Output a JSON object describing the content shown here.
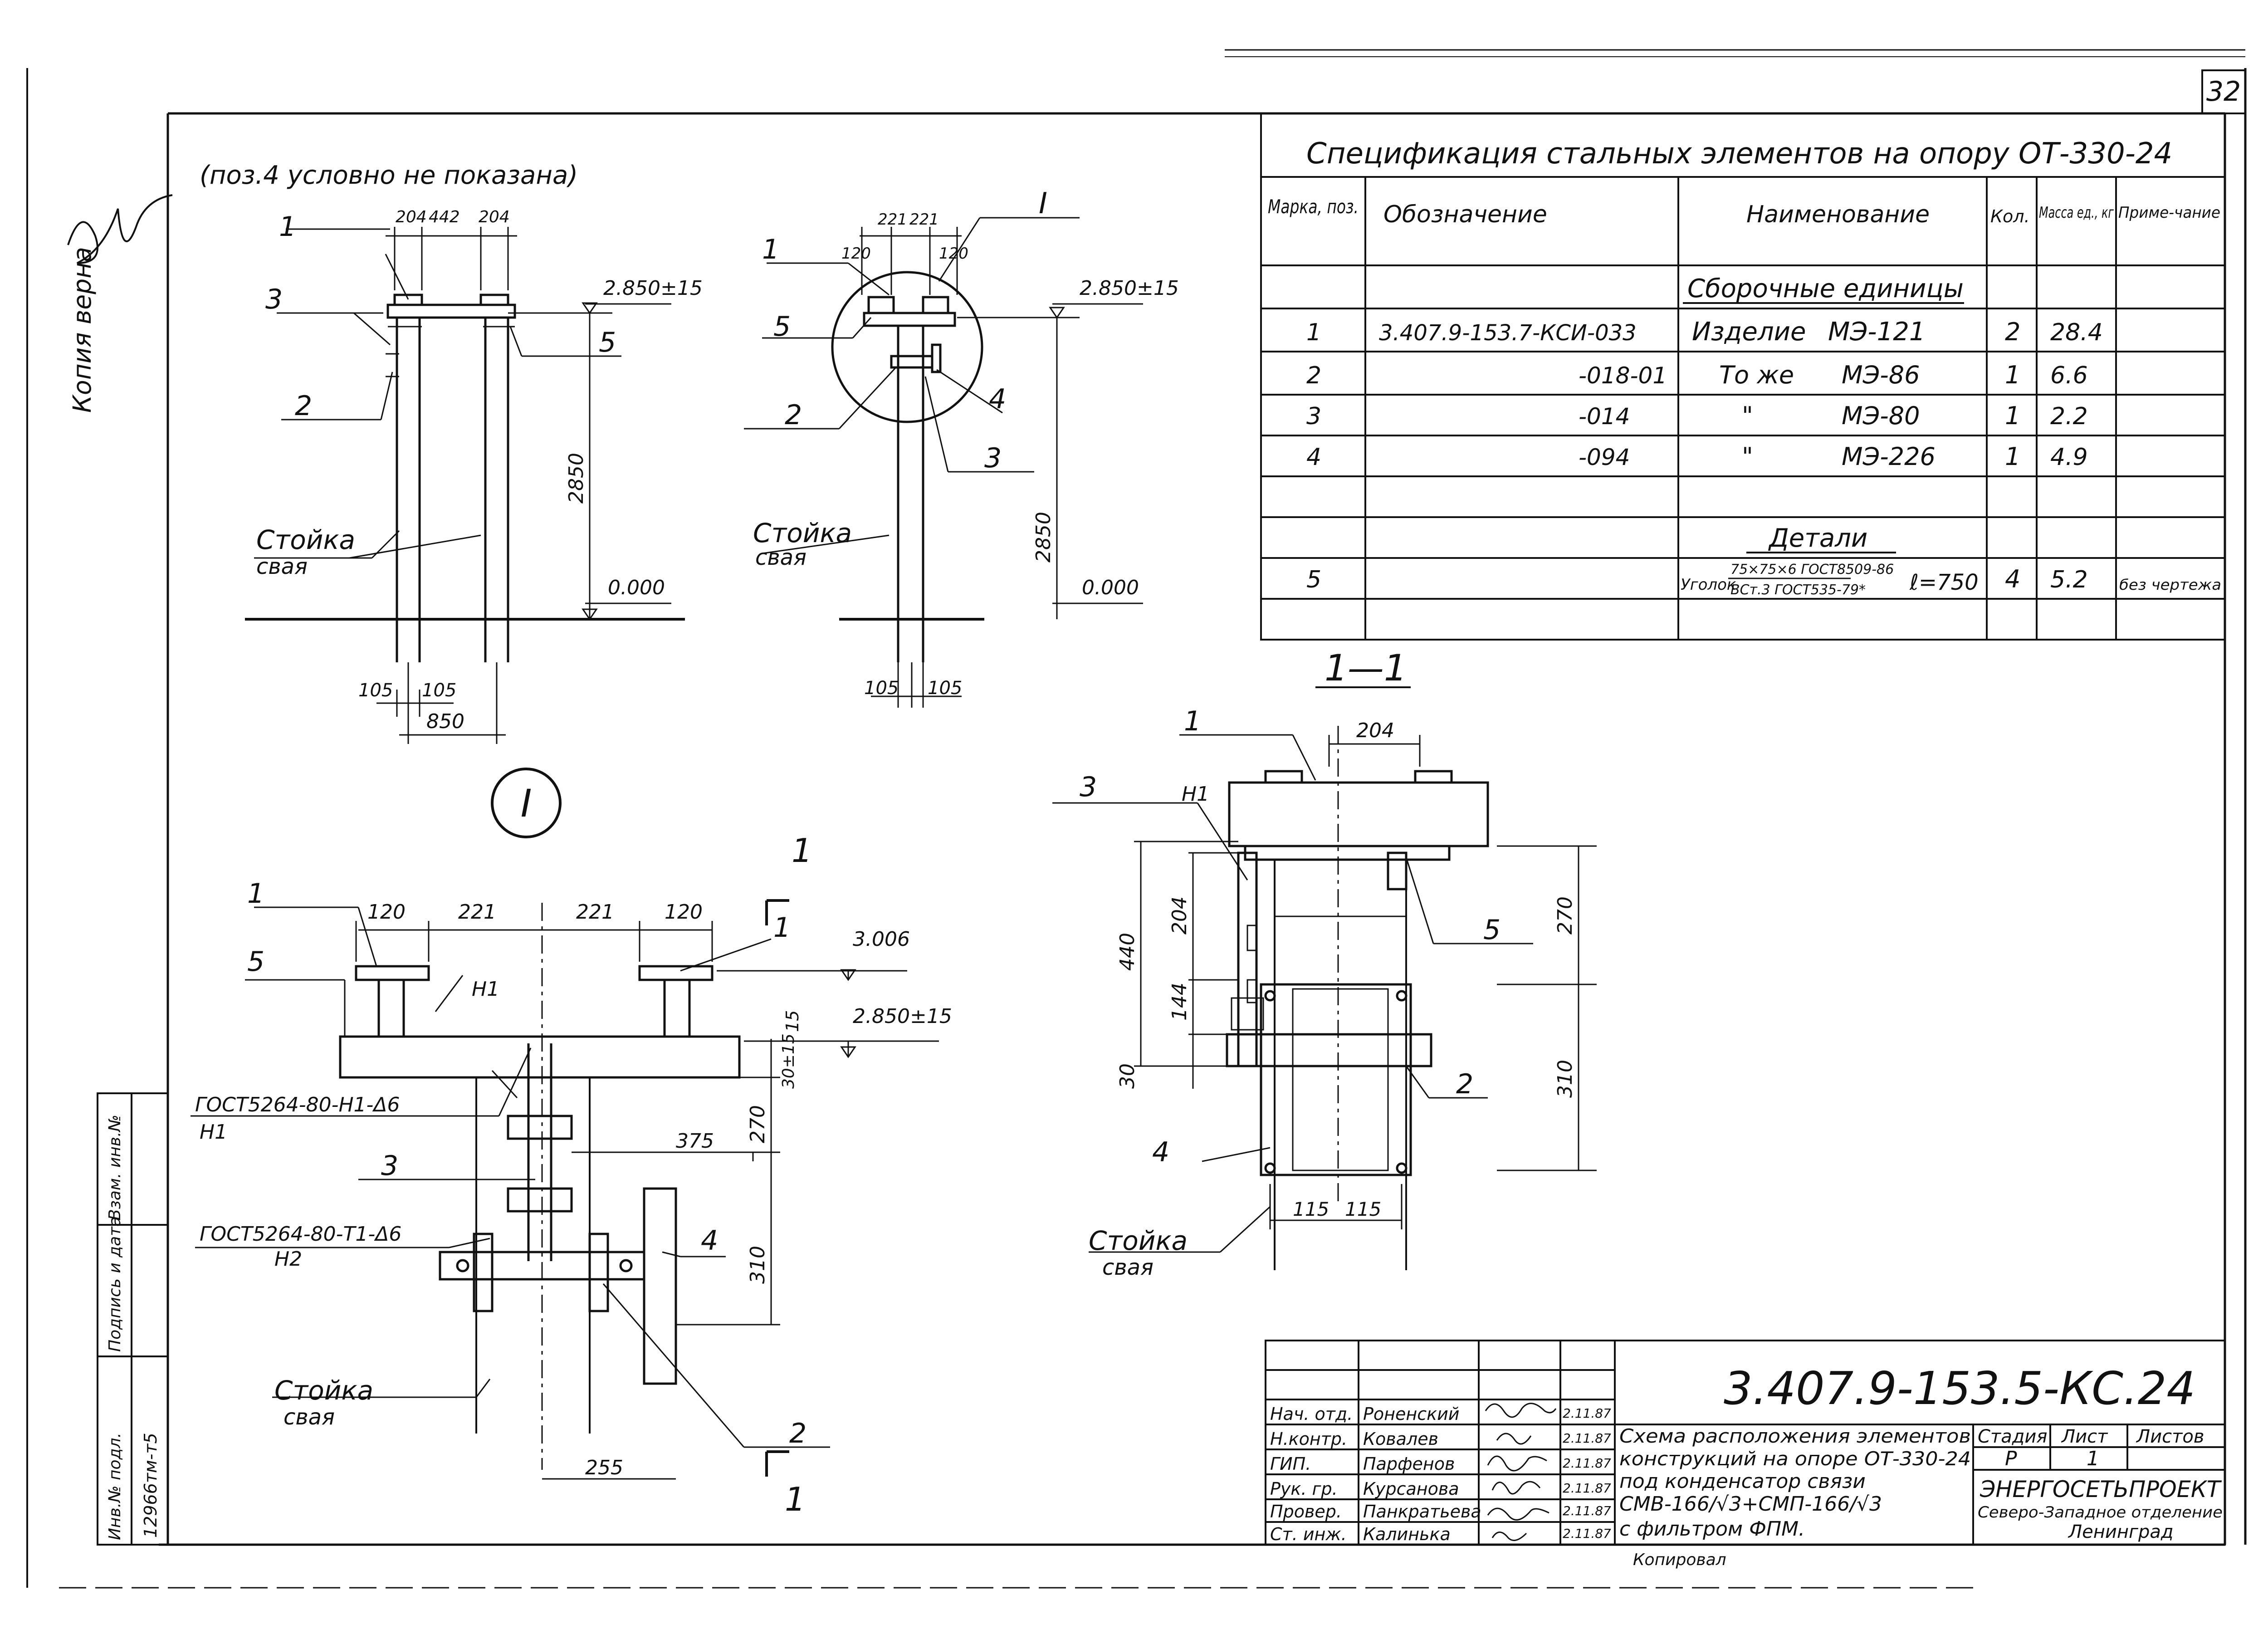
{
  "page_number": "32",
  "margin_note": "Копия верна",
  "note_pos4": "(поз.4 условно не показана)",
  "spec": {
    "title": "Спецификация стальных элементов на опору ОТ-330-24",
    "headers": [
      "Марка, поз.",
      "Обозначение",
      "Наименование",
      "Кол.",
      "Масса ед., кг",
      "Приме-чание"
    ],
    "group1": "Сборочные единицы",
    "rows": [
      {
        "pos": "1",
        "designation": "3.407.9-153.7-КСИ-033",
        "name": "Изделие",
        "mark": "МЭ-121",
        "qty": "2",
        "mass": "28.4",
        "note": ""
      },
      {
        "pos": "2",
        "designation": "-018-01",
        "name": "То же",
        "mark": "МЭ-86",
        "qty": "1",
        "mass": "6.6",
        "note": ""
      },
      {
        "pos": "3",
        "designation": "-014",
        "name": "\"",
        "mark": "МЭ-80",
        "qty": "1",
        "mass": "2.2",
        "note": ""
      },
      {
        "pos": "4",
        "designation": "-094",
        "name": "\"",
        "mark": "МЭ-226",
        "qty": "1",
        "mass": "4.9",
        "note": ""
      }
    ],
    "group2": "Детали",
    "detail": {
      "pos": "5",
      "name": "Уголок",
      "frac_top": "75×75×6 ГОСТ8509-86",
      "frac_bottom": "ВСт.3 ГОСТ535-79*",
      "length": "ℓ=750",
      "qty": "4",
      "mass": "5.2",
      "note": "без чертежа"
    }
  },
  "view1": {
    "callouts": [
      "1",
      "3",
      "2",
      "5"
    ],
    "dims_top": [
      "204",
      "442",
      "204"
    ],
    "level_top": "2.850±15",
    "height": "2850",
    "level_zero": "0.000",
    "dims_bottom": [
      "105",
      "105",
      "850"
    ],
    "label_stand": "Стойка",
    "label_pile": "свая"
  },
  "view2": {
    "callouts": [
      "1",
      "5",
      "2",
      "4",
      "3",
      "I"
    ],
    "dims_top": [
      "221",
      "221",
      "120",
      "120"
    ],
    "level_top": "2.850±15",
    "height": "2850",
    "level_zero": "0.000",
    "dims_bottom": [
      "105",
      "105"
    ],
    "label_stand": "Стойка",
    "label_pile": "свая"
  },
  "detailI": {
    "mark": "I",
    "section": "1",
    "callouts": [
      "1",
      "1",
      "5",
      "3",
      "4",
      "2"
    ],
    "dims": [
      "120",
      "221",
      "221",
      "120"
    ],
    "level_a": "3.006",
    "level_b": "2.850±15",
    "dim_15": "15",
    "dim_30": "30±15",
    "dim_270": "270",
    "dim_375": "375",
    "dim_310": "310",
    "dim_255": "255",
    "weld1": "ГОСТ5264-80-Н1-Δ6",
    "weld1_mark": "Н1",
    "weld2": "ГОСТ5264-80-Т1-Δ6",
    "weld2_mark": "Н2",
    "weld_n1": "Н1",
    "label_stand": "Стойка",
    "label_pile": "свая"
  },
  "section11": {
    "title": "1—1",
    "callouts": [
      "1",
      "3",
      "5",
      "2",
      "4"
    ],
    "weld": "Н1",
    "dim_top": "204",
    "dims_left": [
      "440",
      "204",
      "144",
      "30"
    ],
    "dims_right": [
      "270",
      "310"
    ],
    "dims_bottom": [
      "115",
      "115"
    ],
    "label_stand": "Стойка",
    "label_pile": "свая"
  },
  "side_stamp": [
    "Инв.№ подл.",
    "Подпись и дата",
    "Взам. инв.№"
  ],
  "side_stamp_value": "12966тм-т5",
  "titleblock": {
    "code": "3.407.9-153.5-КС.24",
    "roles": [
      "Нач. отд.",
      "Н.контр.",
      "ГИП.",
      "Рук. гр.",
      "Провер.",
      "Ст. инж."
    ],
    "names": [
      "Роненский",
      "Ковалев",
      "Парфенов",
      "Курсанова",
      "Панкратьева",
      "Калинька"
    ],
    "dates": [
      "2.11.87",
      "2.11.87",
      "2.11.87",
      "2.11.87",
      "2.11.87",
      "2.11.87"
    ],
    "description": [
      "Схема расположения элементов",
      "конструкций на опоре ОТ-330-24",
      "под конденсатор связи",
      "СМВ-166/√3+СМП-166/√3",
      "с фильтром ФПМ."
    ],
    "stage_header": "Стадия",
    "sheet_header": "Лист",
    "sheets_header": "Листов",
    "stage": "Р",
    "sheet": "1",
    "org1": "ЭНЕРГОСЕТЬПРОЕКТ",
    "org2": "Северо-Западное отделение",
    "org3": "Ленинград",
    "footer": "Копировал"
  }
}
